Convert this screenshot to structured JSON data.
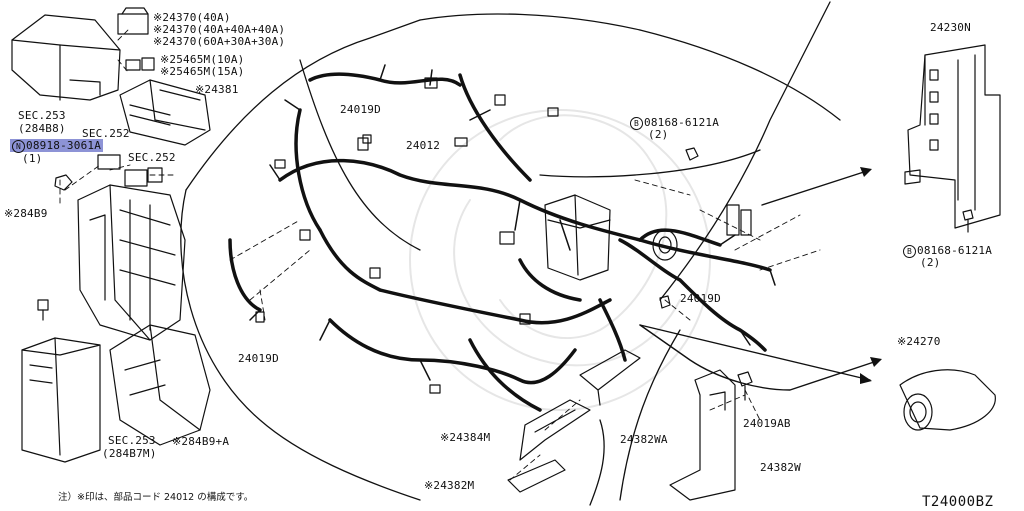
{
  "diagram_code": "T24000BZ",
  "footnote": "注）※印は、部品コード 24012 の構成です。",
  "labels": {
    "p24370_40a": "※24370(40A)",
    "p24370_40a_x3": "※24370(40A+40A+40A)",
    "p24370_60a": "※24370(60A+30A+30A)",
    "p25465m_10a": "※25465M(10A)",
    "p25465m_15a": "※25465M(15A)",
    "p24381": "※24381",
    "sec253_top": "SEC.253",
    "sec253_top_sub": "(284B8)",
    "sec252_a": "SEC.252",
    "sec252_b": "SEC.252",
    "nut_code": "08918-3061A",
    "nut_qty": "(1)",
    "p284b9": "※284B9",
    "sec253_bottom": "SEC.253",
    "sec253_bottom_sub": "(284B7M)",
    "p284b9a": "※284B9+A",
    "p24019d_top": "24019D",
    "p24012": "24012",
    "p24019d_left": "24019D",
    "p24019d_right": "24019D",
    "bolt_top": "08168-6121A",
    "bolt_top_qty": "(2)",
    "bolt_right": "08168-6121A",
    "bolt_right_qty": "(2)",
    "p24230n": "24230N",
    "p24270": "※24270",
    "p24384m": "※24384M",
    "p24382wa": "24382WA",
    "p24019ab": "24019AB",
    "p24382w": "24382W",
    "p24382m": "※24382M",
    "circle_n": "N",
    "circle_b": "B"
  }
}
